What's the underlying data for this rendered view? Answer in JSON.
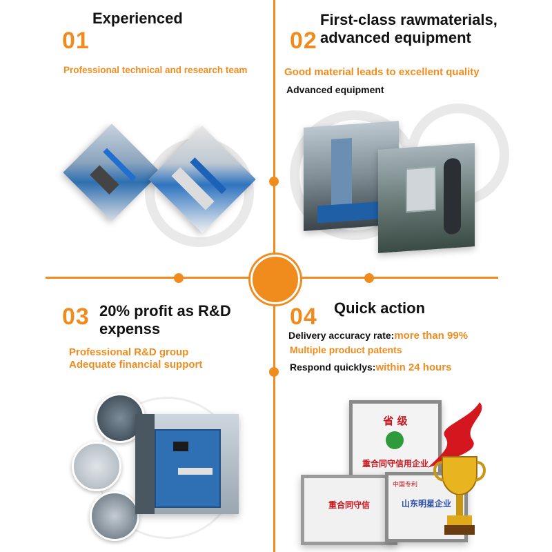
{
  "sections": [
    {
      "number": "01",
      "title": "Experienced",
      "lines": [
        "Professional technical and research team"
      ]
    },
    {
      "number": "02",
      "title_line1": "First-class rawmaterials,",
      "title_line2": "advanced equipment",
      "line_orange": "Good material leads to excellent quality",
      "line_dark": "Advanced equipment"
    },
    {
      "number": "03",
      "title_line1": "20% profit as R&D",
      "title_line2": "expenss",
      "line1": "Professional R&D group",
      "line2": "Adequate financial support"
    },
    {
      "number": "04",
      "title": "Quick action",
      "delivery_label": "Delivery accuracy rate:",
      "delivery_value": "more than 99%",
      "patents": "Multiple product patents",
      "respond_label": "Respond quicklys:",
      "respond_value": "within 24 hours"
    }
  ],
  "certificates": {
    "cert_main_top": "省 级",
    "cert_main_text": "重合同守信用企业",
    "cert_small_left_text": "重合同守信",
    "cert_small_right_top": "中国专利",
    "cert_small_right_text": "山东明星企业"
  },
  "colors": {
    "accent": "#f08c1e",
    "text": "#111111"
  }
}
